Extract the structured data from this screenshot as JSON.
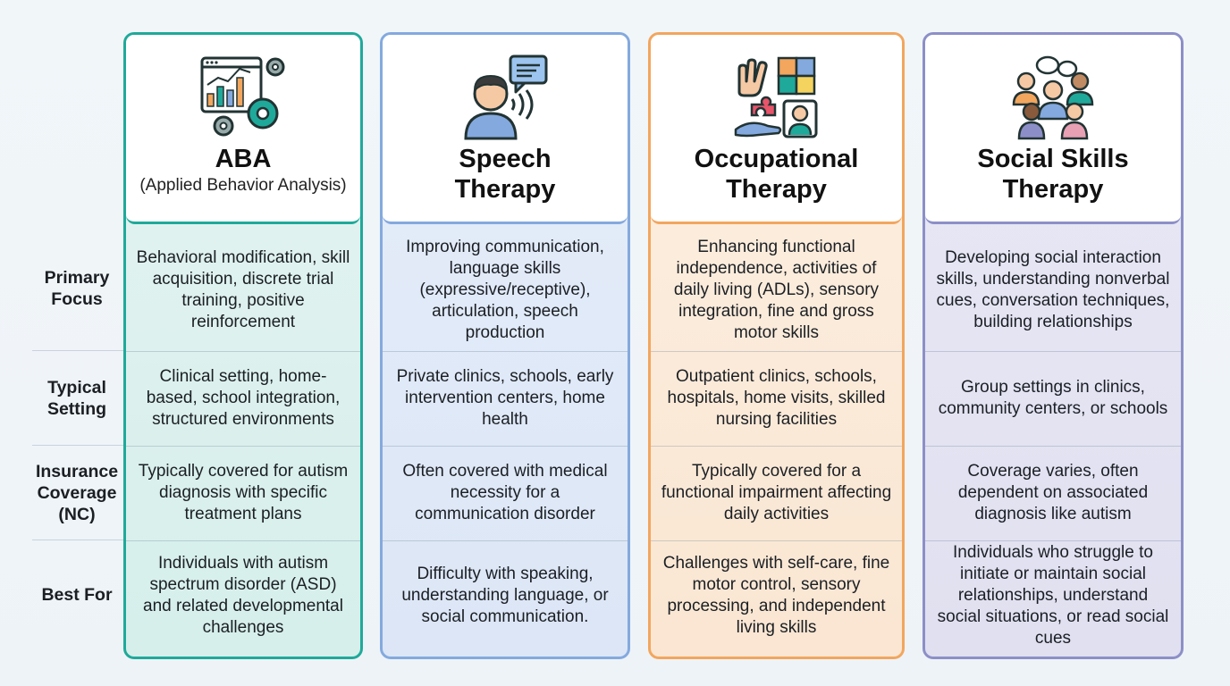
{
  "row_labels": [
    "Primary Focus",
    "Typical Setting",
    "Insurance Coverage (NC)",
    "Best For"
  ],
  "columns": [
    {
      "title": "ABA",
      "subtitle": "(Applied Behavior Analysis)",
      "icon": "analytics-gears-icon",
      "accent": "#1fa99a",
      "cells": [
        "Behavioral modification, skill acquisition, discrete trial training, positive reinforcement",
        "Clinical setting, home-based, school integration, structured environments",
        "Typically covered for autism diagnosis with specific treatment plans",
        "Individuals with autism spectrum disorder (ASD) and related developmental challenges"
      ]
    },
    {
      "title": "Speech Therapy",
      "subtitle": "",
      "icon": "person-speaking-icon",
      "accent": "#84a9de",
      "cells": [
        "Improving communication, language skills (expressive/receptive), articulation, speech production",
        "Private clinics, schools, early intervention centers, home health",
        "Often covered with medical necessity for a communication disorder",
        "Difficulty with speaking, understanding language, or social communication."
      ]
    },
    {
      "title": "Occupational Therapy",
      "subtitle": "",
      "icon": "hands-puzzle-icon",
      "accent": "#f2a65e",
      "cells": [
        "Enhancing functional independence, activities of daily living (ADLs), sensory integration, fine and gross motor skills",
        "Outpatient clinics, schools, hospitals, home visits, skilled nursing facilities",
        "Typically covered for a functional impairment affecting daily activities",
        "Challenges with self-care, fine motor control, sensory processing, and independent living skills"
      ]
    },
    {
      "title": "Social Skills Therapy",
      "subtitle": "",
      "icon": "group-conversation-icon",
      "accent": "#8c8fc7",
      "cells": [
        "Developing social interaction skills, understanding nonverbal cues, conversation techniques, building relationships",
        "Group settings in clinics, community centers, or schools",
        "Coverage varies, often dependent on associated diagnosis like autism",
        "Individuals who struggle to initiate or maintain social relationships, understand social situations, or read social cues"
      ]
    }
  ]
}
